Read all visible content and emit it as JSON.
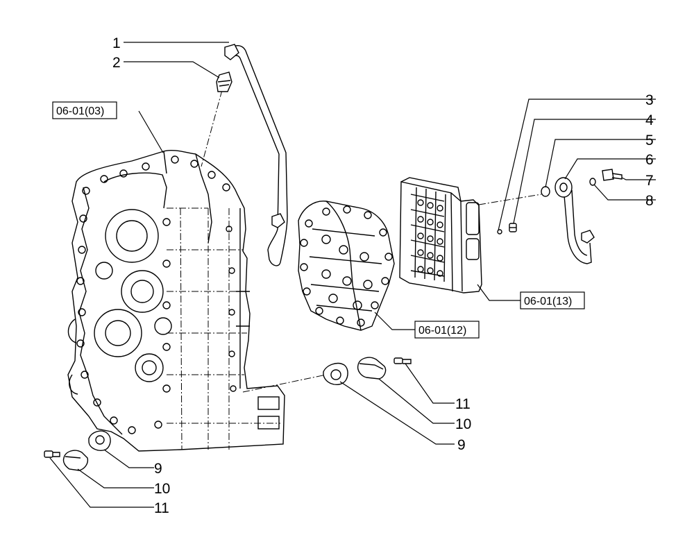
{
  "callouts": {
    "c1": "1",
    "c2": "2",
    "c3": "3",
    "c4": "4",
    "c5": "5",
    "c6": "6",
    "c7": "7",
    "c8": "8",
    "c9a": "9",
    "c9b": "9",
    "c10a": "10",
    "c10b": "10",
    "c11a": "11",
    "c11b": "11"
  },
  "refs": {
    "r03": "06-01(03)",
    "r12": "06-01(12)",
    "r13": "06-01(13)"
  }
}
